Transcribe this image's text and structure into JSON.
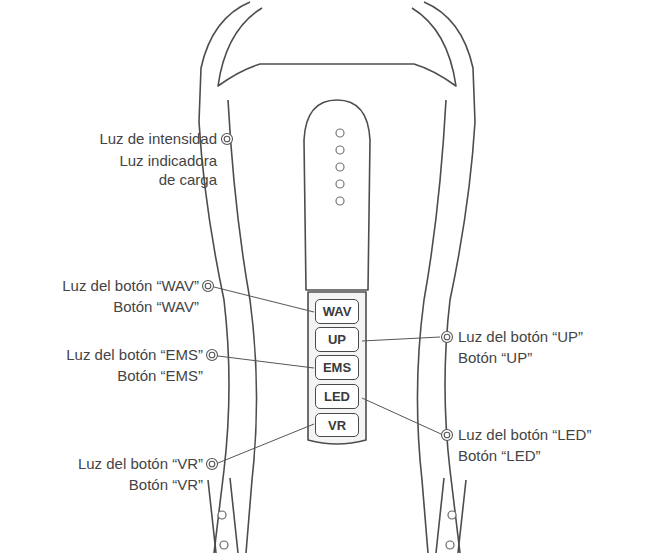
{
  "diagram": {
    "nodes": [
      {
        "text": [
          "WAV"
        ]
      },
      {
        "text": [
          "UP"
        ]
      },
      {
        "text": [
          "EMS"
        ]
      },
      {
        "text": [
          "LED"
        ]
      },
      {
        "text": [
          "VR"
        ]
      }
    ],
    "labels": [
      "Luz de intensidad",
      "Luz indicadora de carga",
      "Luz del botón “WAV”",
      "Botón “WAV”",
      "Luz del botón “UP”",
      "Botón “UP”",
      "Luz del botón “EMS”",
      "Botón “EMS”",
      "Luz del botón “LED”",
      "Botón “LED”",
      "Luz del botón “VR”",
      "Botón “VR”"
    ]
  }
}
